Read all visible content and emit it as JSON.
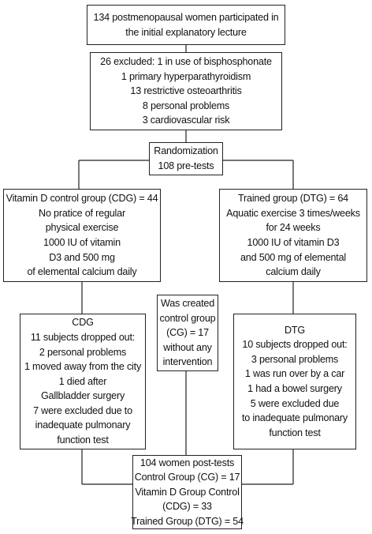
{
  "boxes": {
    "initial": [
      "134 postmenopausal women participated in",
      "the initial explanatory lecture"
    ],
    "excluded": [
      "26 excluded: 1 in use of bisphosphonate",
      "1 primary hyperparathyroidism",
      "13 restrictive osteoarthritis",
      "8 personal problems",
      "3 cardiovascular risk"
    ],
    "randomization": [
      "Randomization",
      "108 pre-tests"
    ],
    "cdg": [
      "Vitamin D control group (CDG) = 44",
      "No pratice of regular",
      "physical exercise",
      "1000 IU of vitamin",
      "D3 and 500 mg",
      "of elemental calcium daily"
    ],
    "dtg": [
      "Trained group (DTG) = 64",
      "Aquatic exercise 3 times/weeks",
      "for 24 weeks",
      "1000 IU of vitamin D3",
      "and 500 mg of elemental",
      "calcium daily"
    ],
    "cg": [
      "Was created",
      "control group",
      "(CG) = 17",
      "without any",
      "intervention"
    ],
    "cdg_dropout": [
      "CDG",
      "11 subjects dropped out:",
      "2 personal problems",
      "1 moved away from the city",
      "1 died after",
      "Gallbladder surgery",
      "7 were excluded due to",
      "inadequate pulmonary",
      "function test"
    ],
    "dtg_dropout": [
      "DTG",
      "10 subjects dropped out:",
      "3 personal problems",
      "1 was run over by a car",
      "1 had a bowel surgery",
      "5 were excluded due",
      "to inadequate pulmonary",
      "function test"
    ],
    "post": [
      "104 women post-tests",
      "Control Group (CG) = 17",
      "Vitamin D Group Control",
      "(CDG) = 33",
      "Trained Group (DTG) = 54"
    ]
  }
}
